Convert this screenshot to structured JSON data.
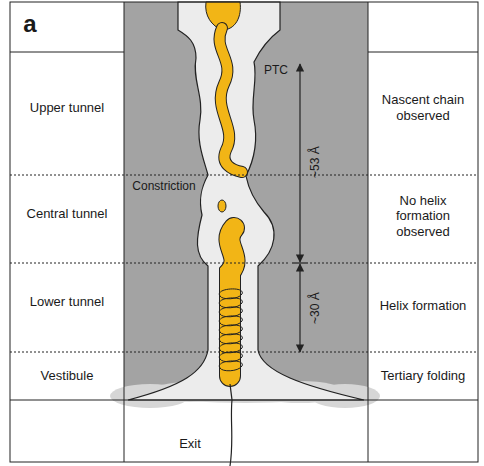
{
  "diagram": {
    "labels": [
      "a",
      "Upper tunnel",
      "Central tunnel",
      "Lower tunnel",
      "Vestibule",
      "PTC",
      "Constriction",
      "~53 Å",
      "~30 Å",
      "Exit",
      "Nascent chain observed",
      "No helix formation observed",
      "Helix formation",
      "Tertiary folding"
    ]
  }
}
